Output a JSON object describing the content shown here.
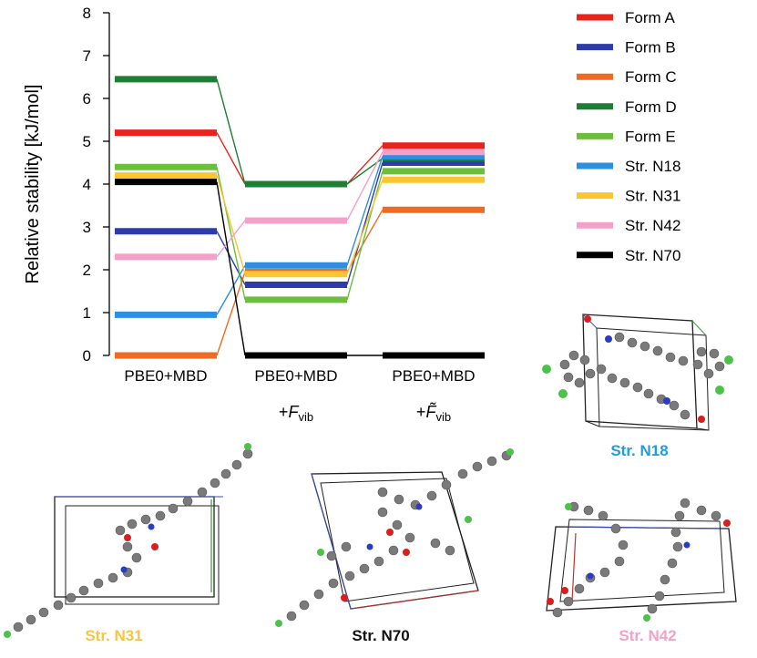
{
  "chart_data": {
    "type": "line",
    "title": "",
    "ylabel": "Relative stability [kJ/mol]",
    "ylim": [
      0,
      8
    ],
    "yticks": [
      "0",
      "1",
      "2",
      "3",
      "4",
      "5",
      "6",
      "7",
      "8"
    ],
    "categories": [
      {
        "main": "PBE0+MBD",
        "sub": ""
      },
      {
        "main": "PBE0+MBD",
        "sub": "+F",
        "sub_index": "vib"
      },
      {
        "main": "PBE0+MBD",
        "sub": "+F̃",
        "sub_index": "vib"
      }
    ],
    "legend_position": "top-right",
    "series": [
      {
        "name": "Form A",
        "color": "#e8221c",
        "values": [
          5.2,
          4.0,
          4.9
        ]
      },
      {
        "name": "Form B",
        "color": "#2d3ca8",
        "values": [
          2.9,
          1.65,
          4.5
        ]
      },
      {
        "name": "Form C",
        "color": "#ef6a22",
        "values": [
          0.0,
          1.95,
          3.4
        ]
      },
      {
        "name": "Form D",
        "color": "#1e7e34",
        "values": [
          6.45,
          4.0,
          4.6
        ]
      },
      {
        "name": "Form E",
        "color": "#6cbf3c",
        "values": [
          4.4,
          1.3,
          4.3
        ]
      },
      {
        "name": "Str. N18",
        "color": "#2d8fe0",
        "values": [
          0.95,
          2.1,
          4.65
        ]
      },
      {
        "name": "Str. N31",
        "color": "#fbc531",
        "values": [
          4.2,
          1.9,
          4.1
        ]
      },
      {
        "name": "Str. N42",
        "color": "#f4a0c8",
        "values": [
          2.3,
          3.15,
          4.75
        ]
      },
      {
        "name": "Str. N70",
        "color": "#000000",
        "values": [
          4.05,
          0.0,
          0.0
        ]
      }
    ]
  },
  "structures": [
    {
      "label": "Str. N18",
      "color": "#1c9ee0"
    },
    {
      "label": "Str. N31",
      "color": "#f5c542"
    },
    {
      "label": "Str. N70",
      "color": "#111111"
    },
    {
      "label": "Str. N42",
      "color": "#f0a3c6"
    }
  ]
}
